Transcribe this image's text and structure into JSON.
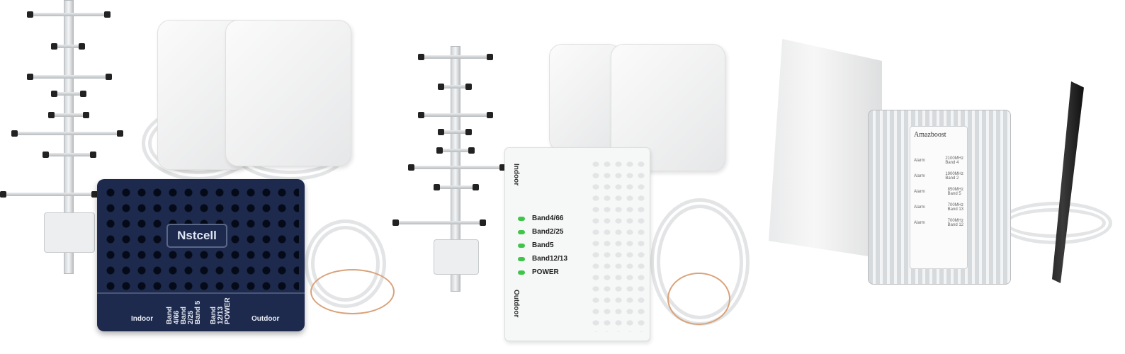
{
  "products": [
    {
      "brand": "Nstcell",
      "panel_labels": [
        "Band 4/66",
        "Band 2/25",
        "Band 5",
        "Band 12/13",
        "POWER"
      ],
      "port_labels": {
        "indoor": "Indoor",
        "outdoor": "Outdoor"
      },
      "colors": {
        "body": "#1d2a4d"
      }
    },
    {
      "band_labels": [
        "Band4/66",
        "Band2/25",
        "Band5",
        "Band12/13",
        "POWER"
      ],
      "port_labels": {
        "indoor": "Indoor",
        "outdoor": "Outdoor"
      },
      "colors": {
        "led": "#3fc64a",
        "body": "#f6f7f7"
      }
    },
    {
      "brand": "Amazboost",
      "alarms": [
        {
          "label": "Alarm",
          "freq": "2100MHz",
          "band": "Band 4"
        },
        {
          "label": "Alarm",
          "freq": "1900MHz",
          "band": "Band 2"
        },
        {
          "label": "Alarm",
          "freq": "850MHz",
          "band": "Band 5"
        },
        {
          "label": "Alarm",
          "freq": "700MHz",
          "band": "Band 13"
        },
        {
          "label": "Alarm",
          "freq": "700MHz",
          "band": "Band 12"
        }
      ]
    }
  ]
}
